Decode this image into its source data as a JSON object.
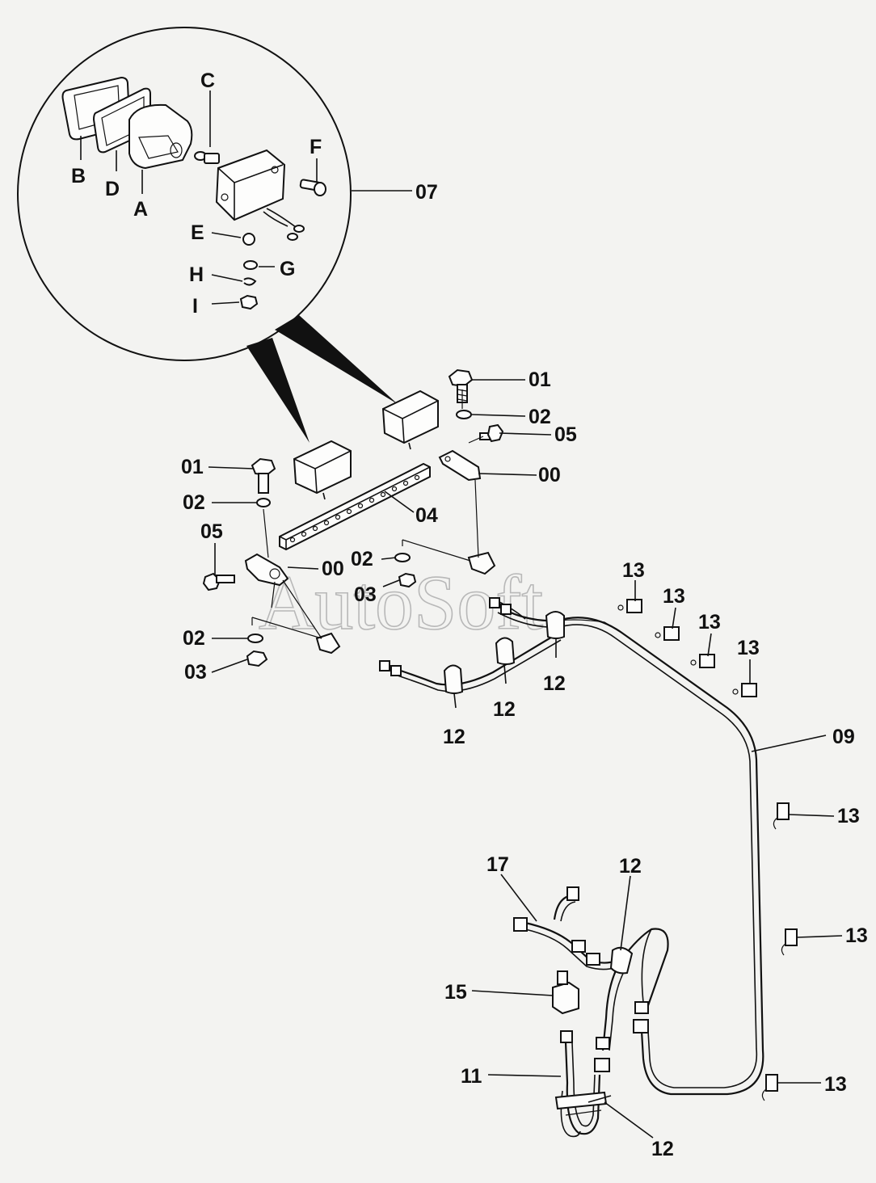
{
  "diagram": {
    "watermark": "AutoSoft",
    "detail_labels": [
      "A",
      "B",
      "C",
      "D",
      "E",
      "F",
      "G",
      "H",
      "I"
    ],
    "callouts": [
      {
        "id": "c-07",
        "text": "07"
      },
      {
        "id": "c-01a",
        "text": "01"
      },
      {
        "id": "c-02a",
        "text": "02"
      },
      {
        "id": "c-05a",
        "text": "05"
      },
      {
        "id": "c-00a",
        "text": "00"
      },
      {
        "id": "c-01b",
        "text": "01"
      },
      {
        "id": "c-02b",
        "text": "02"
      },
      {
        "id": "c-04",
        "text": "04"
      },
      {
        "id": "c-05b",
        "text": "05"
      },
      {
        "id": "c-00b",
        "text": "00"
      },
      {
        "id": "c-02c",
        "text": "02"
      },
      {
        "id": "c-03a",
        "text": "03"
      },
      {
        "id": "c-02d",
        "text": "02"
      },
      {
        "id": "c-03b",
        "text": "03"
      },
      {
        "id": "c-13a",
        "text": "13"
      },
      {
        "id": "c-13b",
        "text": "13"
      },
      {
        "id": "c-13c",
        "text": "13"
      },
      {
        "id": "c-13d",
        "text": "13"
      },
      {
        "id": "c-12a",
        "text": "12"
      },
      {
        "id": "c-12b",
        "text": "12"
      },
      {
        "id": "c-12c",
        "text": "12"
      },
      {
        "id": "c-09",
        "text": "09"
      },
      {
        "id": "c-13e",
        "text": "13"
      },
      {
        "id": "c-17",
        "text": "17"
      },
      {
        "id": "c-12d",
        "text": "12"
      },
      {
        "id": "c-13f",
        "text": "13"
      },
      {
        "id": "c-15",
        "text": "15"
      },
      {
        "id": "c-11",
        "text": "11"
      },
      {
        "id": "c-13g",
        "text": "13"
      },
      {
        "id": "c-12e",
        "text": "12"
      }
    ]
  }
}
